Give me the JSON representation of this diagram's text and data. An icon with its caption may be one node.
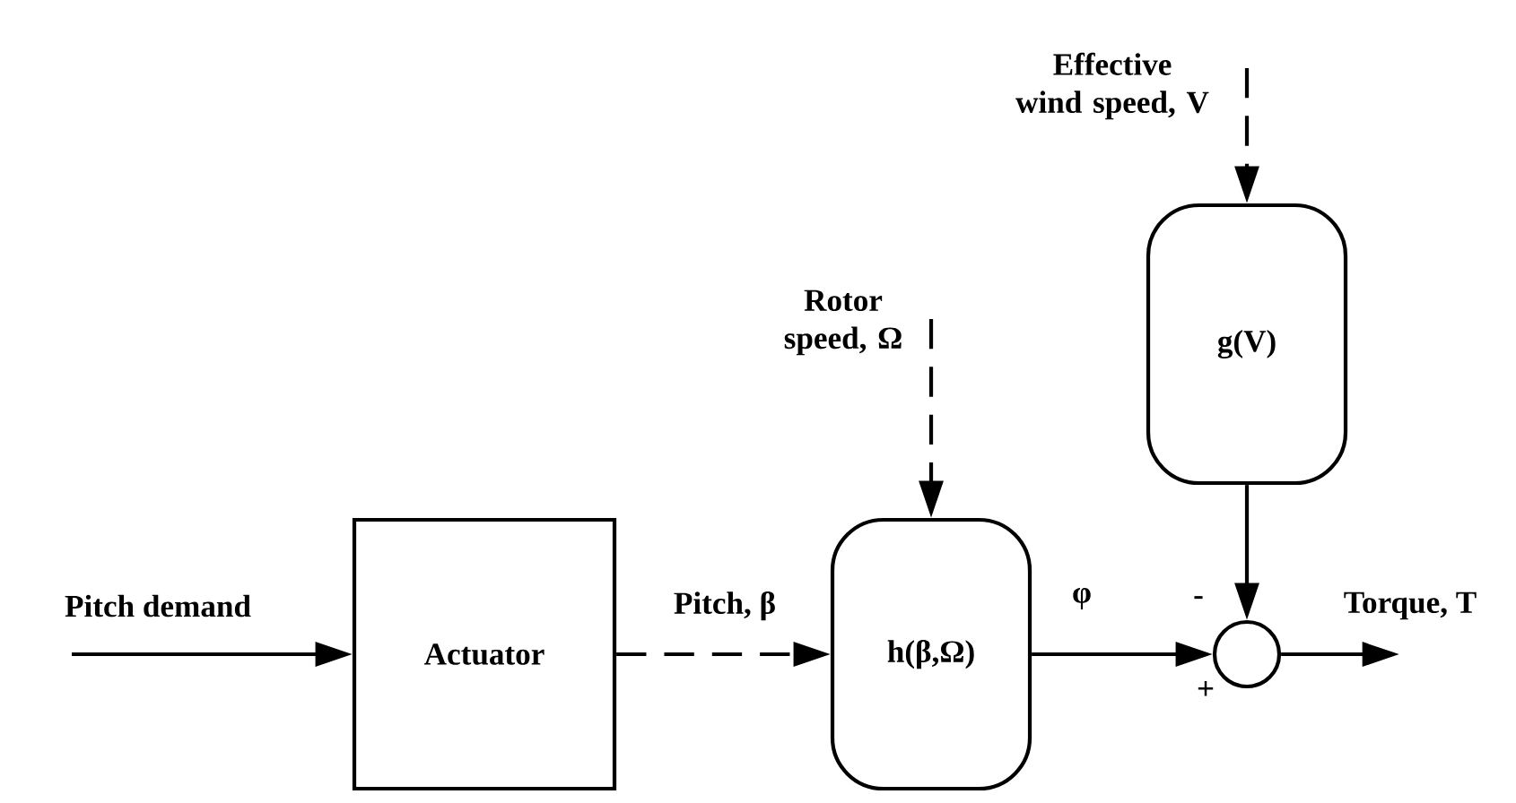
{
  "diagram": {
    "nodes": [
      {
        "text": [
          "Actuator"
        ]
      },
      {
        "text": [
          "h(β,Ω)"
        ]
      },
      {
        "text": [
          "g(V)"
        ]
      },
      {
        "text": [],
        "shape": "circle"
      }
    ],
    "edges": [
      {
        "from": null,
        "to": 0,
        "arrow": "to",
        "label": "Pitch demand"
      },
      {
        "from": 0,
        "to": 1,
        "arrow": "to",
        "label": "Pitch, β",
        "style": "dashed"
      },
      {
        "from": null,
        "to": 1,
        "arrow": "to",
        "label": "Rotor speed, Ω",
        "style": "dashed"
      },
      {
        "from": null,
        "to": 2,
        "arrow": "to",
        "label": "Effective wind speed, V",
        "style": "dashed"
      },
      {
        "from": 1,
        "to": 3,
        "arrow": "to",
        "label": "φ"
      },
      {
        "from": 2,
        "to": 3,
        "arrow": "to"
      },
      {
        "from": 3,
        "to": null,
        "arrow": "to",
        "label": "Torque, T"
      }
    ],
    "labels": [
      "-",
      "+"
    ]
  }
}
